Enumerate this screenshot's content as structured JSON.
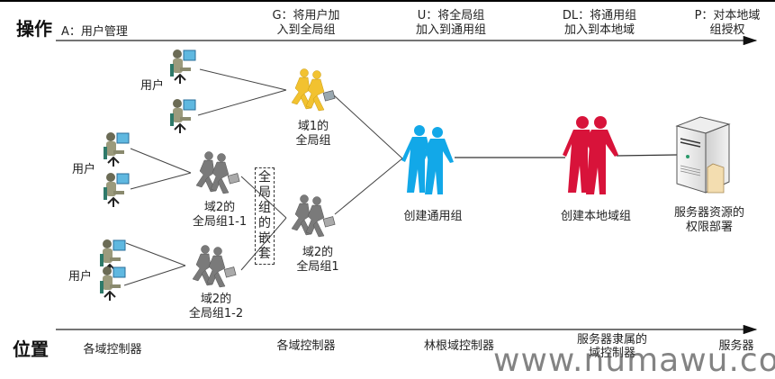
{
  "axes": {
    "operation": {
      "title": "操作",
      "steps": [
        {
          "code": "A",
          "label": "A：用户管理"
        },
        {
          "code": "G",
          "label": "G：将用户加\n入到全局组"
        },
        {
          "code": "U",
          "label": "U：将全局组\n加入到通用组"
        },
        {
          "code": "DL",
          "label": "DL：将通用组\n加入到本地域"
        },
        {
          "code": "P",
          "label": "P：对本地域\n组授权"
        }
      ]
    },
    "location": {
      "title": "位置",
      "steps": [
        {
          "label": "各域控制器"
        },
        {
          "label": "各域控制器"
        },
        {
          "label": "林根域控制器"
        },
        {
          "label": "服务器隶属的\n域控制器"
        },
        {
          "label": "服务器"
        }
      ]
    }
  },
  "users": {
    "group1_label": "用户",
    "group2_label": "用户",
    "group3_label": "用户"
  },
  "nodes": {
    "domain1_global": {
      "label": "域1的\n全局组",
      "color": "#F2C230"
    },
    "domain2_global_1_1": {
      "label": "域2的\n全局组1-1",
      "color": "#7a7a7a"
    },
    "domain2_global_1_2": {
      "label": "域2的\n全局组1-2",
      "color": "#7a7a7a"
    },
    "domain2_global_1": {
      "label": "域2的\n全局组1",
      "color": "#7a7a7a"
    },
    "nesting_box": {
      "label": "全局组的嵌套"
    },
    "universal_group": {
      "label": "创建通用组",
      "color": "#12A8E8"
    },
    "domain_local_group": {
      "label": "创建本地域组",
      "color": "#D8133A"
    },
    "server_resource": {
      "label": "服务器资源的\n权限部署"
    }
  },
  "watermark": "www.numawu.com"
}
